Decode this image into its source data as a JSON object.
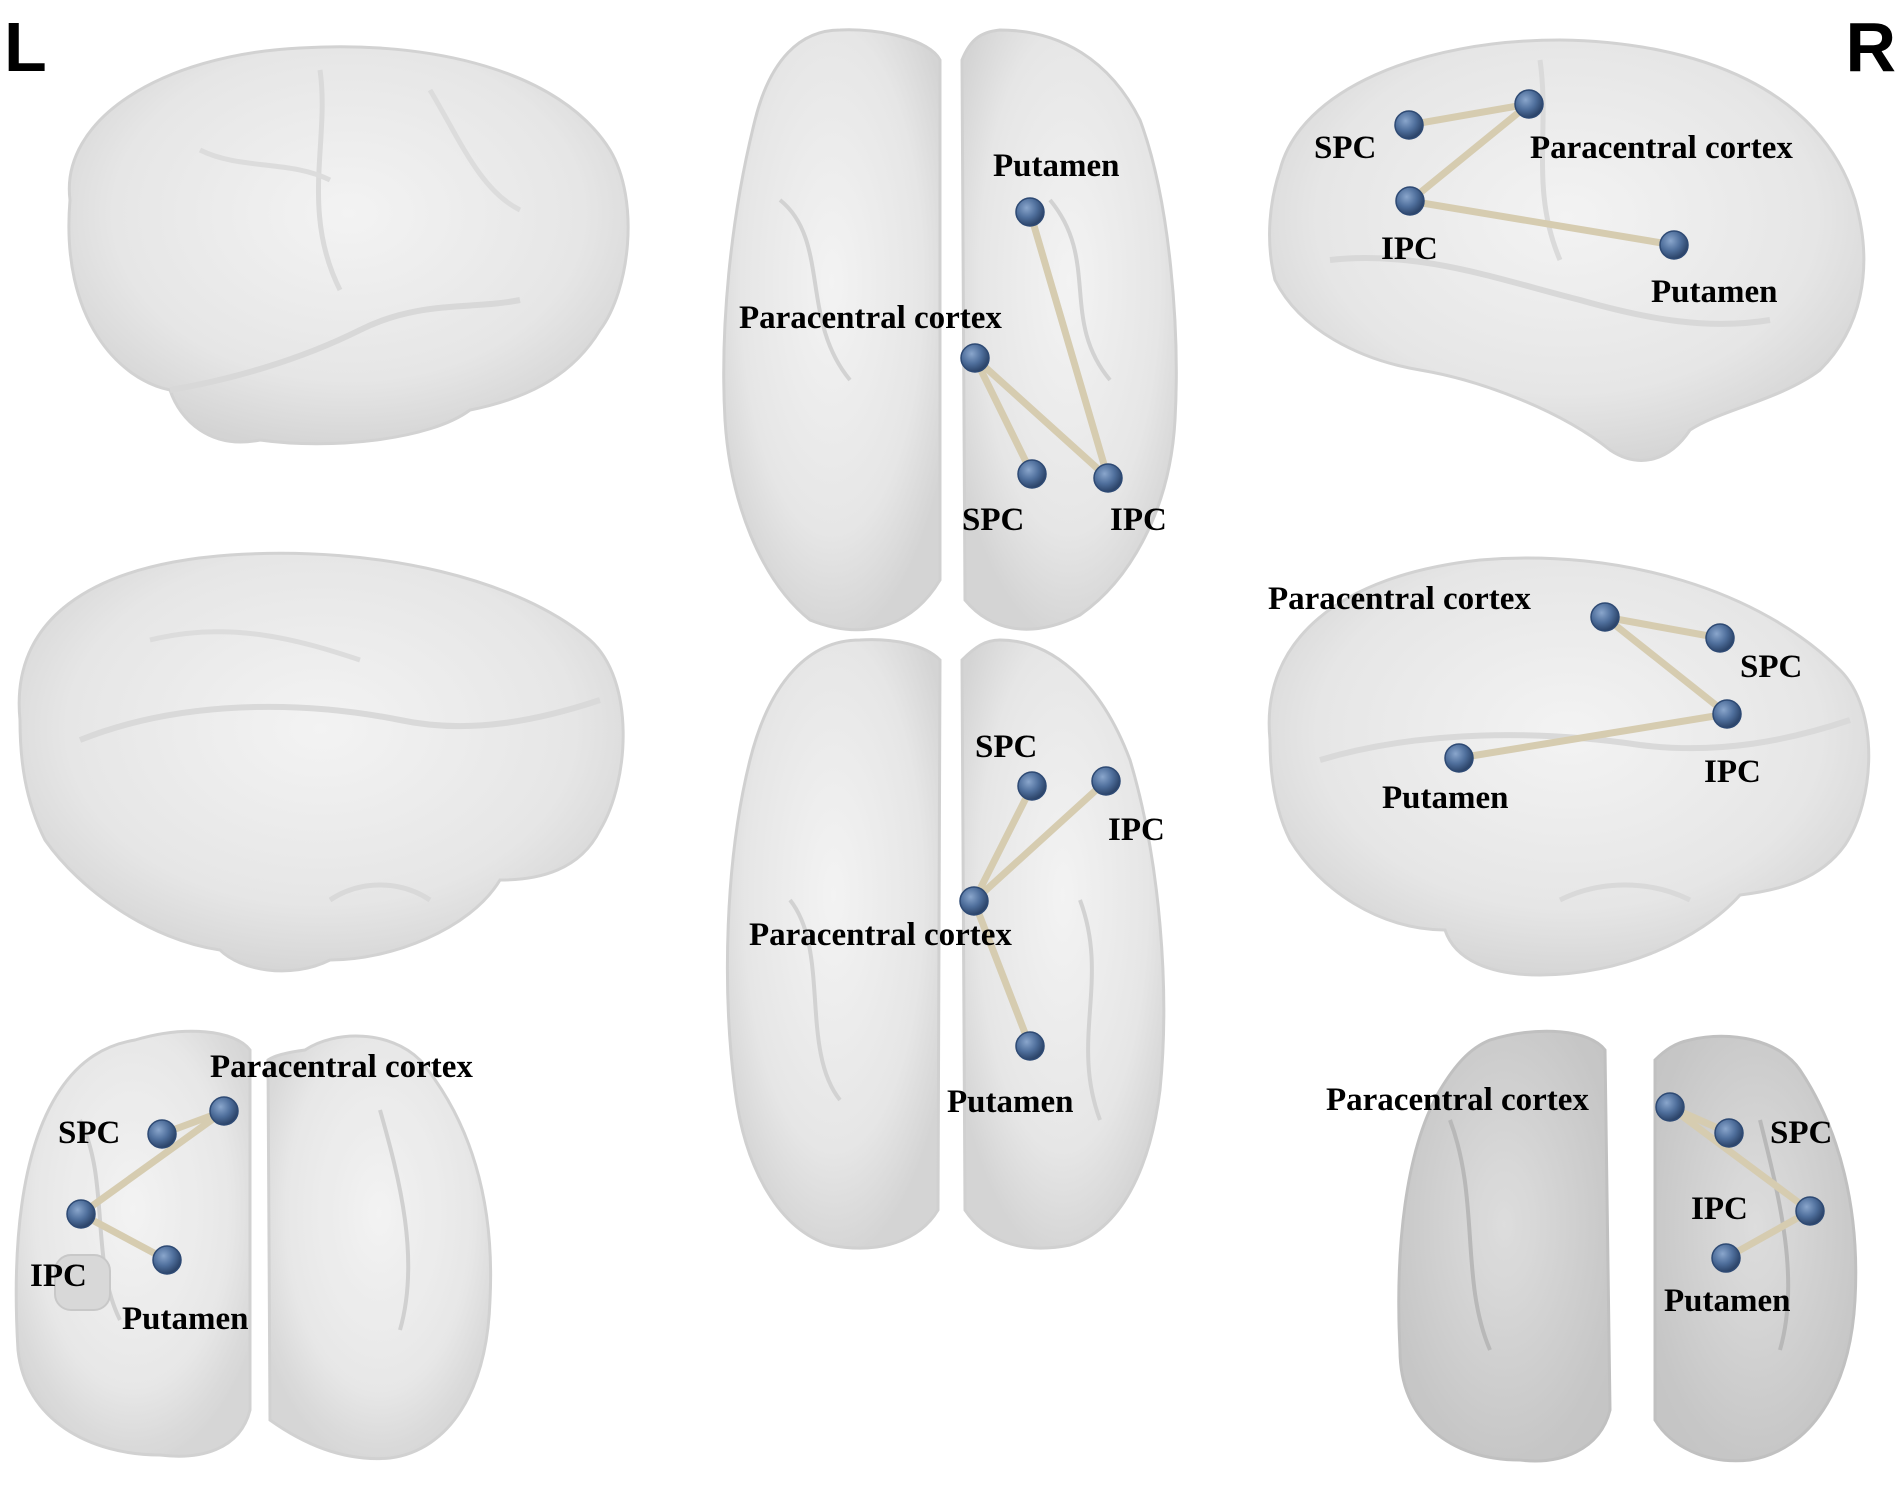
{
  "hemisphere_labels": {
    "left": "L",
    "right": "R"
  },
  "region_labels": {
    "putamen": "Putamen",
    "paracentral": "Paracentral cortex",
    "spc": "SPC",
    "ipc": "IPC"
  },
  "colors": {
    "node": "#4f6f9c",
    "edge": "#d6ccb0",
    "surface": "#e6e6e6",
    "surface_edge": "#cfcfcf"
  }
}
